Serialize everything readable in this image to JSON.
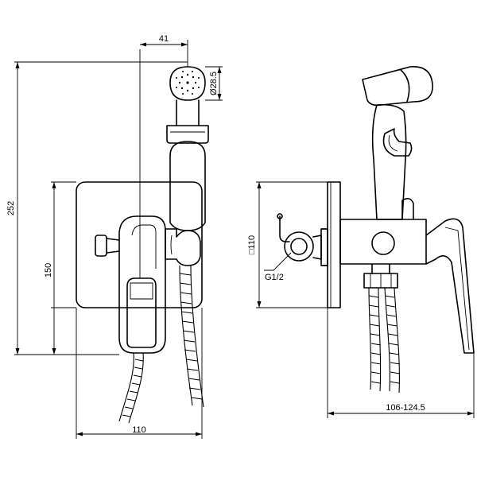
{
  "dimensions": {
    "total_height": "252",
    "spout_offset": "41",
    "head_diameter": "Ø28.5",
    "plate_height": "150",
    "plate_width": "110",
    "thread": "G1/2",
    "side_square": "□110",
    "projection": "106-124.5"
  }
}
